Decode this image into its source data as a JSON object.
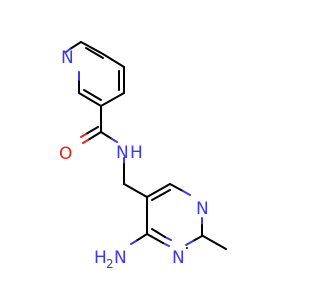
{
  "molecule": {
    "atoms": {
      "pyridine_n": {
        "symbol": "N",
        "color": "#3a3ae6"
      },
      "carbonyl_o": {
        "symbol": "O",
        "color": "#e8221a"
      },
      "amide_nh": {
        "symbol": "N",
        "h": "H",
        "color": "#3a3ae6"
      },
      "pyrimidine_n1": {
        "symbol": "N",
        "color": "#3a3ae6"
      },
      "pyrimidine_n3": {
        "symbol": "N",
        "color": "#3a3ae6"
      },
      "amine_nh2": {
        "symbol": "H",
        "sub": "2",
        "n": "N",
        "color": "#3a3ae6"
      }
    },
    "bond_color": "#000000"
  }
}
